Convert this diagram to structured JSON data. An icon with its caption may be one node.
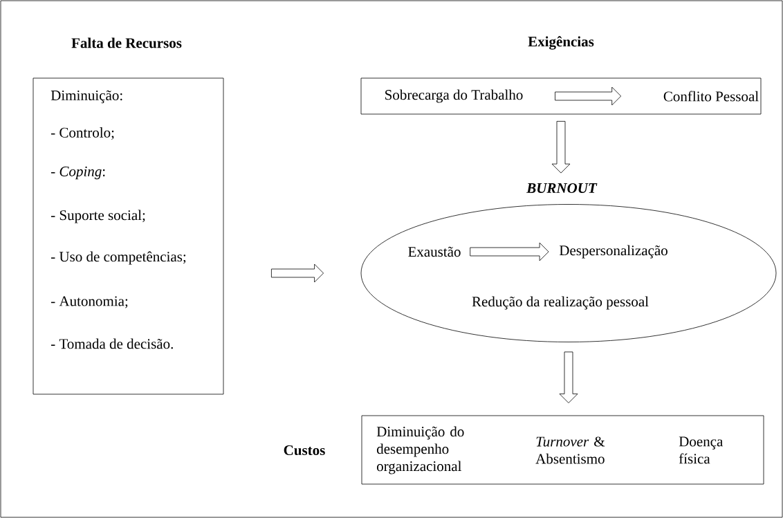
{
  "diagram": {
    "nodes": [
      {
        "text": [
          "Falta de Recursos",
          "Diminuição:",
          "- Controlo;",
          "- *Coping*:",
          "- Suporte social;",
          "- Uso de competências;",
          "- Autonomia;",
          "- Tomada de decisão."
        ]
      },
      {
        "text": [
          "Exigências"
        ]
      },
      {
        "text": [
          "Sobrecarga do Trabalho"
        ],
        "in": 1
      },
      {
        "text": [
          "Conflito Pessoal"
        ],
        "in": 1
      },
      {
        "text": [
          "BURNOUT",
          "Redução da realização pessoal"
        ]
      },
      {
        "text": [
          "Exaustão"
        ],
        "in": 4
      },
      {
        "text": [
          "Despersonalização"
        ],
        "in": 4
      },
      {
        "text": [
          "Custos",
          "Diminuição do desempenho organizacional",
          "*Turnover* & Absentismo",
          "Doença física"
        ]
      }
    ],
    "edges": [
      {
        "from": 0,
        "to": 4,
        "arrow": "to"
      },
      {
        "from": 2,
        "to": 3,
        "arrow": "to"
      },
      {
        "from": 1,
        "to": 4,
        "arrow": "to"
      },
      {
        "from": 5,
        "to": 6,
        "arrow": "to"
      },
      {
        "from": 4,
        "to": 7,
        "arrow": "to"
      }
    ]
  }
}
